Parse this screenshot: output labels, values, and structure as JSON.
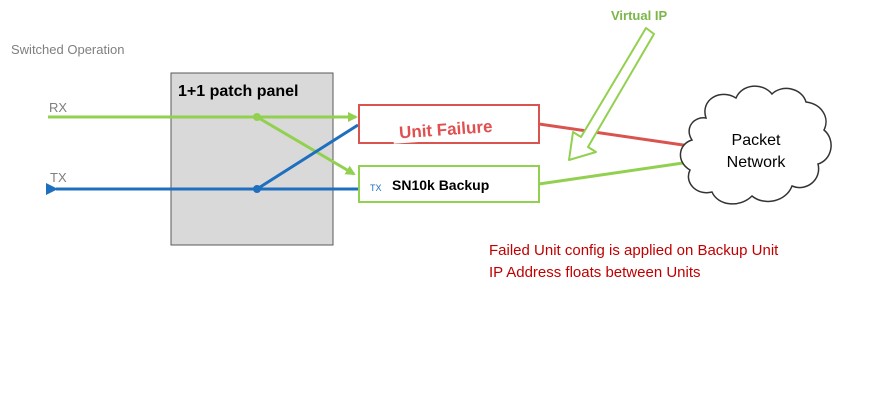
{
  "diagram": {
    "title": "Switched Operation",
    "patch_panel_label": "1+1 patch panel",
    "rx_label": "RX",
    "tx_label": "TX",
    "failed_unit_label": "Unit Failure",
    "backup_unit_label": "SN10k Backup",
    "backup_tx_label": "TX",
    "virtual_ip_label": "Virtual IP",
    "network_label_line1": "Packet",
    "network_label_line2": "Network",
    "note_line1": "Failed Unit config is applied on Backup Unit",
    "note_line2": "IP Address floats between Units"
  },
  "colors": {
    "green": "#92d050",
    "blue": "#1f6fbf",
    "red": "#d9534f",
    "panel_fill": "#d9d9d9",
    "note_red": "#c00000",
    "virtual_ip_green": "#7ab648"
  }
}
